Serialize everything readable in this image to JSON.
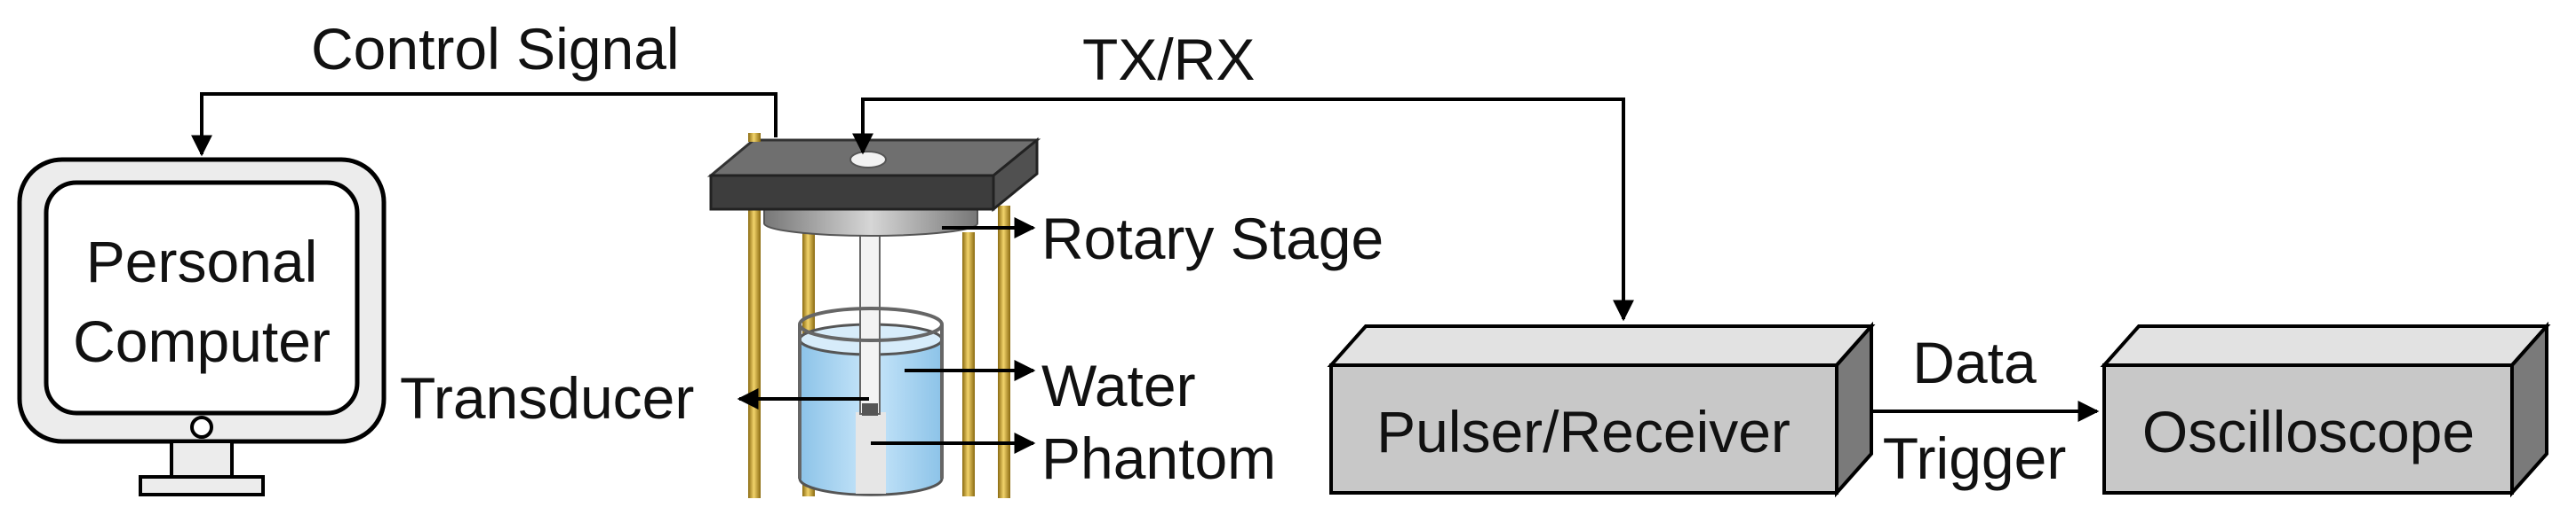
{
  "labels": {
    "control_signal": "Control Signal",
    "txrx": "TX/RX",
    "pc_line1": "Personal",
    "pc_line2": "Computer",
    "transducer": "Transducer",
    "rotary_stage": "Rotary Stage",
    "water": "Water",
    "phantom": "Phantom",
    "pulser_receiver": "Pulser/Receiver",
    "data": "Data",
    "trigger": "Trigger",
    "oscilloscope": "Oscilloscope"
  },
  "colors": {
    "stage_top": "#6f6f6f",
    "stage_front": "#3d3d3d",
    "rotary": "#a8a8a8",
    "rod": "#c9a227",
    "water": "#a9d4f0",
    "phantom": "#e6e6e6",
    "box_front": "#c8c8c8",
    "box_top": "#e2e2e2",
    "box_side": "#7a7a7a",
    "monitor_bg": "#ececec"
  }
}
